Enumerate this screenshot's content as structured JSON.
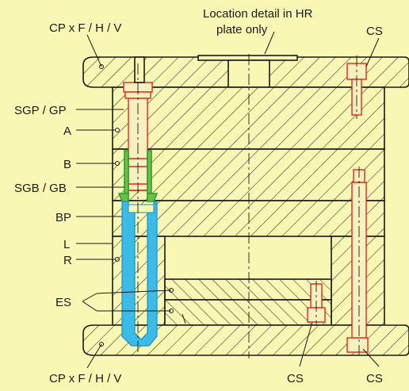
{
  "labels": {
    "top_left": "CP x F / H / V",
    "location_detail_line1": "Location detail in HR",
    "location_detail_line2": "plate only",
    "cs_top_right": "CS",
    "sgp_gp": "SGP / GP",
    "a": "A",
    "b": "B",
    "sgb_gb": "SGB / GB",
    "bp": "BP",
    "l": "L",
    "r": "R",
    "es": "ES",
    "bottom_left": "CP x F / H / V",
    "cs_bottom_middle": "CS",
    "cs_bottom_right": "CS"
  },
  "colors": {
    "background": "#f8f8b4",
    "guide_pin": "#e8251c",
    "guide_bush": "#6cc04a",
    "bush_sleeve": "#3bbbe8",
    "screws": "#e8251c",
    "lines": "#1a1a1a"
  }
}
